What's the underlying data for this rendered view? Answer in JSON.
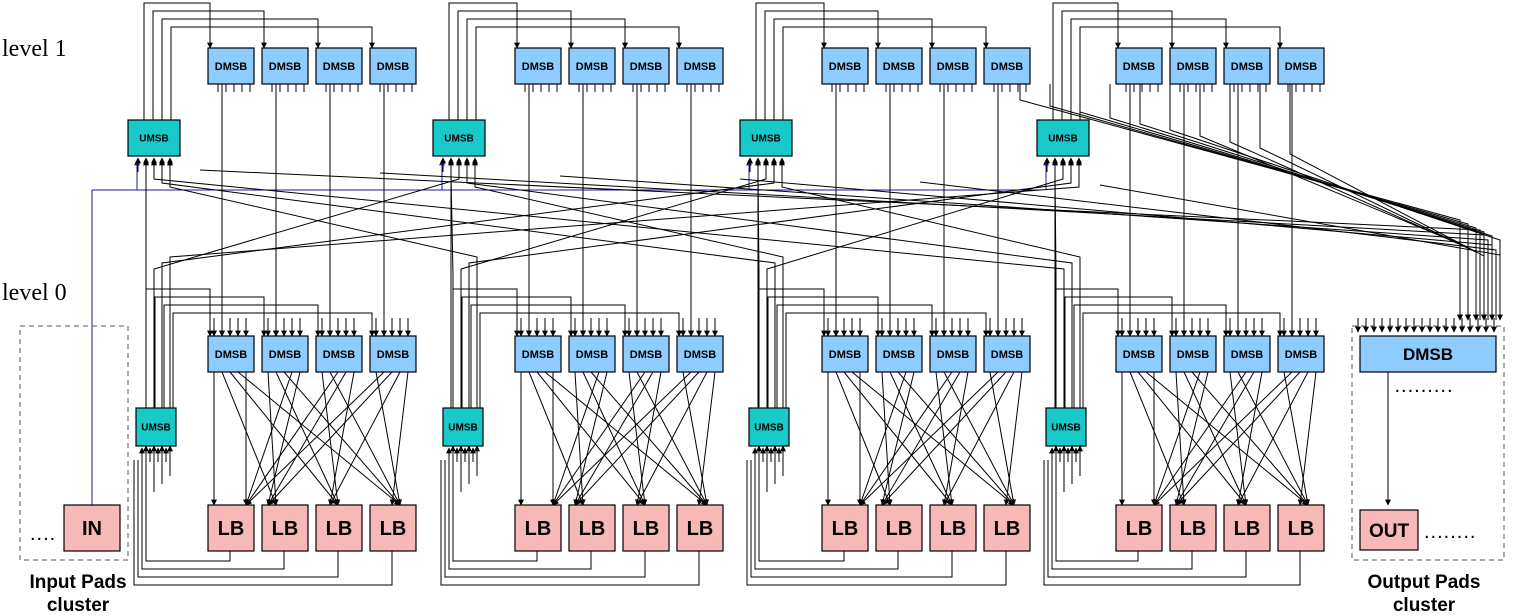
{
  "labels": {
    "level1": "level 1",
    "level0": "level 0",
    "input_cluster": [
      "Input Pads",
      "cluster"
    ],
    "output_cluster": [
      "Output Pads",
      "cluster"
    ]
  },
  "blocks": {
    "dmsb": "DMSB",
    "umsb": "UMSB",
    "lb": "LB",
    "in": "IN",
    "out": "OUT",
    "dots_in": "....",
    "dots_out": "........",
    "dots_dmsb": "........."
  },
  "colors": {
    "dmsb_fill": "#8ecbff",
    "umsb_fill": "#19c8c8",
    "lb_fill": "#f7b8b8",
    "wire": "#000000",
    "input_wire": "#1a1aa0"
  },
  "structure": {
    "clusters": 4,
    "dmsb_per_cluster": 4,
    "lb_per_cluster": 4,
    "levels": 2
  }
}
